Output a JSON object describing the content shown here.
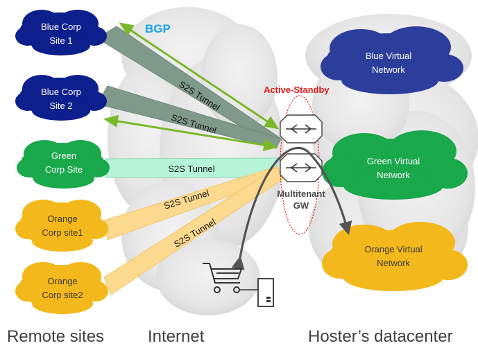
{
  "remote_sites": [
    {
      "id": "blue-corp-site-1",
      "lines": [
        "Blue Corp",
        "Site 1"
      ]
    },
    {
      "id": "blue-corp-site-2",
      "lines": [
        "Blue Corp",
        "Site 2"
      ]
    },
    {
      "id": "green-corp-site",
      "lines": [
        "Green",
        "Corp Site"
      ]
    },
    {
      "id": "orange-corp-site-1",
      "lines": [
        "Orange",
        "Corp site1"
      ]
    },
    {
      "id": "orange-corp-site-2",
      "lines": [
        "Orange",
        "Corp site2"
      ]
    }
  ],
  "virtual_networks": [
    {
      "id": "blue-virtual-network",
      "lines": [
        "Blue Virtual",
        "Network"
      ]
    },
    {
      "id": "green-virtual-network",
      "lines": [
        "Green Virtual",
        "Network"
      ]
    },
    {
      "id": "orange-virtual-network",
      "lines": [
        "Orange Virtual",
        "Network"
      ]
    }
  ],
  "tunnel_label": "S2S Tunnel",
  "bgp_label": "BGP",
  "active_standby_label": "Active-Standby",
  "gateway": {
    "lines": [
      "Multitenant",
      "GW"
    ]
  },
  "bottom_labels": {
    "remote_sites": "Remote sites",
    "internet": "Internet",
    "datacenter": "Hoster’s datacenter"
  },
  "colors": {
    "blue": "#0d1f8c",
    "blue_virtual": "#2b3e9c",
    "green": "#19a84a",
    "orange": "#f3b81b",
    "tunnel_blue": "#7f998a",
    "tunnel_green": "#b6f4d8",
    "tunnel_orange": "#fbd98e",
    "bgp_arrow": "#79b82a",
    "bgp_text": "#1aa3e8",
    "active_standby": "#e01818"
  },
  "icons": [
    "shopping-cart-icon",
    "server-icon",
    "gateway-router-icon"
  ]
}
